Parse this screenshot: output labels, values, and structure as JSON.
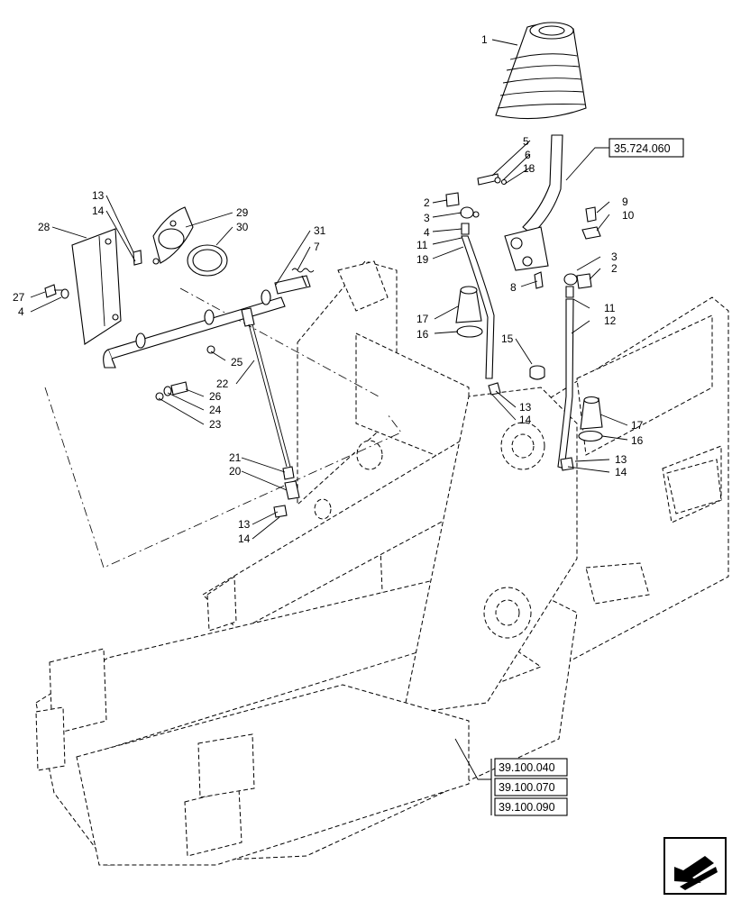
{
  "callouts": {
    "n1": "1",
    "n2": "2",
    "n3": "3",
    "n4": "4",
    "n5": "5",
    "n6": "6",
    "n7": "7",
    "n8": "8",
    "n9": "9",
    "n10": "10",
    "n11": "11",
    "n12": "12",
    "n13": "13",
    "n14": "14",
    "n15": "15",
    "n16": "16",
    "n17": "17",
    "n18": "18",
    "n19": "19",
    "n20": "20",
    "n21": "21",
    "n22": "22",
    "n23": "23",
    "n24": "24",
    "n25": "25",
    "n26": "26",
    "n27": "27",
    "n28": "28",
    "n29": "29",
    "n30": "30",
    "n31": "31"
  },
  "references": {
    "lever_ref": "35.724.060",
    "frame_ref_1": "39.100.040",
    "frame_ref_2": "39.100.070",
    "frame_ref_3": "39.100.090"
  },
  "icons": {
    "nav": "arrow-return-icon"
  }
}
